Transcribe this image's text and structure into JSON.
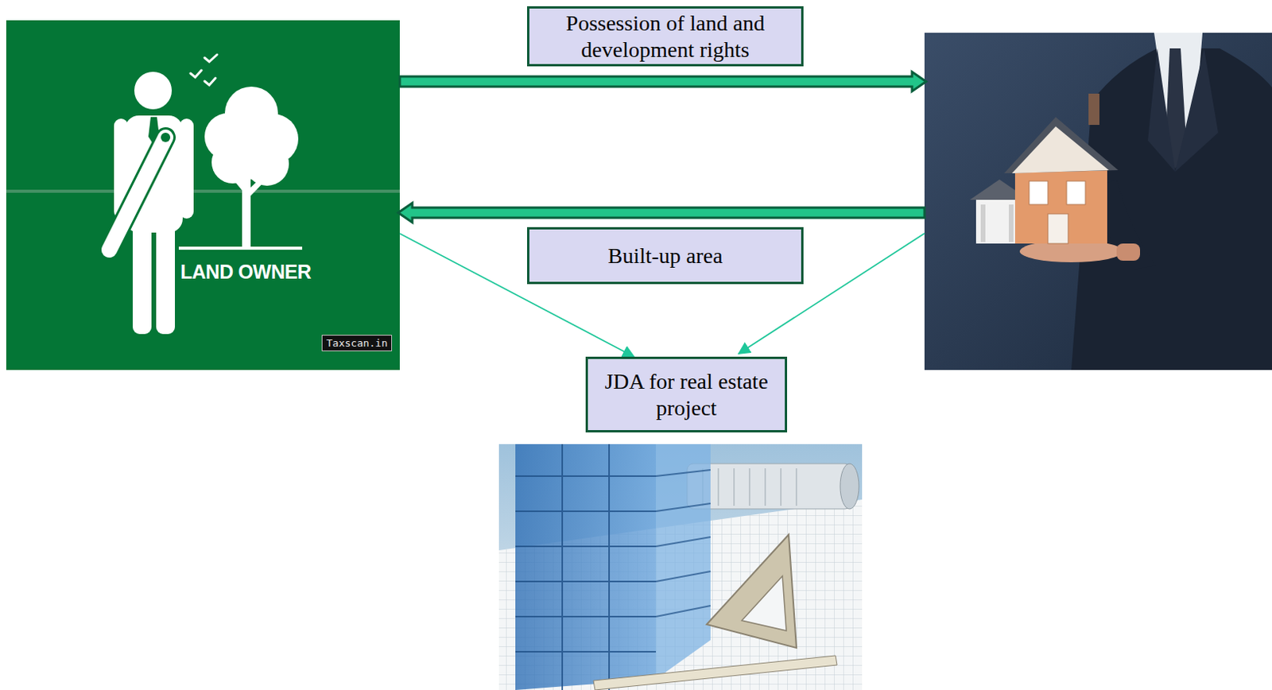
{
  "diagram": {
    "nodes": [
      {
        "text": [
          "LAND OWNER"
        ]
      },
      {
        "text": [
          "Possession of land and development rights"
        ]
      },
      {
        "text": [
          "Built-up area"
        ]
      },
      {
        "text": [
          "JDA for real estate project"
        ]
      }
    ],
    "edges": [
      {
        "from": 0,
        "to": 3,
        "arrow": "to"
      }
    ],
    "labels": [
      "Taxscan.in"
    ]
  }
}
